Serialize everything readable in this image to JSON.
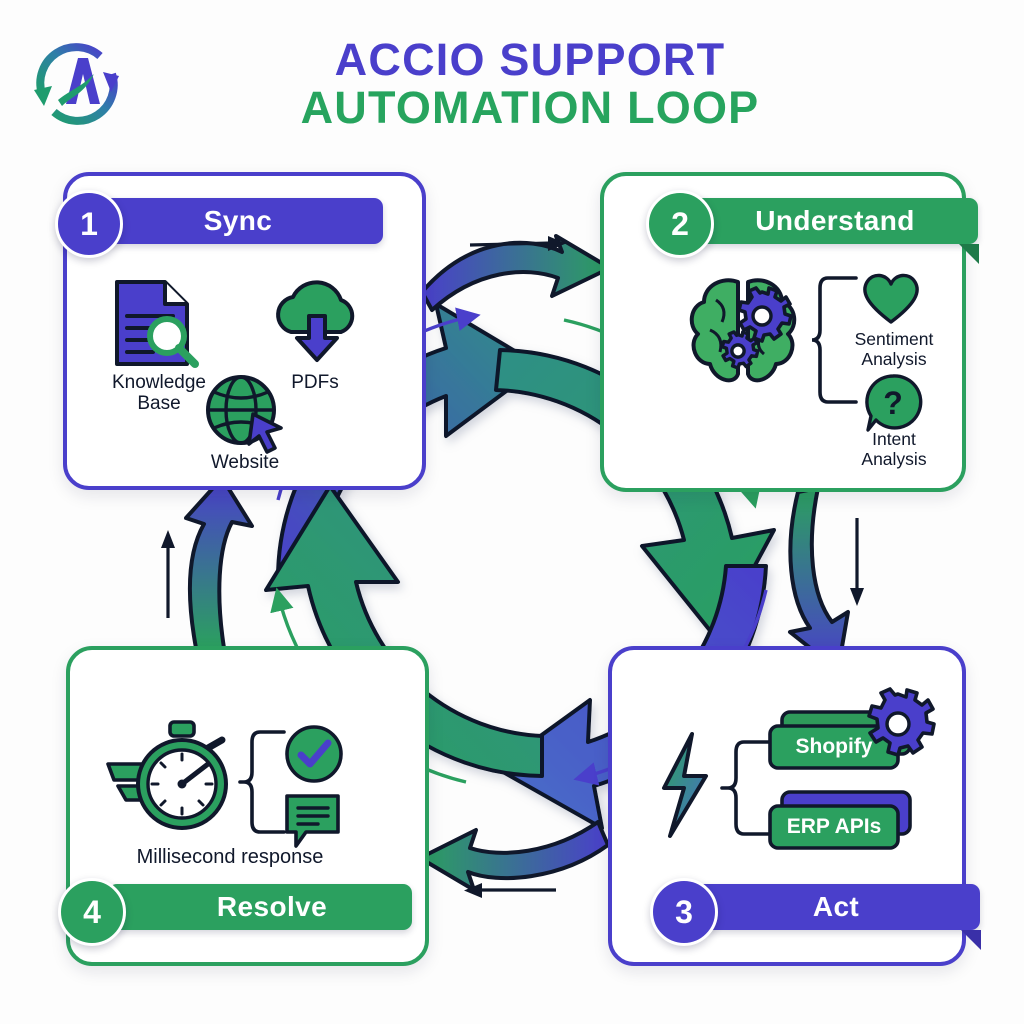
{
  "meta": {
    "background": "#fdfdfd",
    "purple": "#4a3fcb",
    "green": "#2ba05f",
    "teal": "#2f8f86",
    "ink": "#10182b"
  },
  "header": {
    "logo_name": "accio-loop-logo",
    "title_line1": "ACCIO SUPPORT",
    "title_line2": "AUTOMATION LOOP",
    "title_line1_color": "#4a3fcb",
    "title_line2_color": "#27a45e"
  },
  "steps": [
    {
      "number": "1",
      "label": "Sync",
      "accent": "#4a3fcb",
      "accent_name": "purple",
      "banner_position": "top",
      "icons": [
        {
          "name": "document-search-icon",
          "caption": "Knowledge\nBase",
          "caption_line1": "Knowledge",
          "caption_line2": "Base"
        },
        {
          "name": "cloud-download-icon",
          "caption": "PDFs"
        },
        {
          "name": "globe-cursor-icon",
          "caption": "Website"
        }
      ]
    },
    {
      "number": "2",
      "label": "Understand",
      "accent": "#2ba05f",
      "accent_name": "green",
      "banner_position": "top",
      "icons": [
        {
          "name": "brain-gears-icon",
          "caption": ""
        },
        {
          "name": "heart-icon",
          "caption_line1": "Sentiment",
          "caption_line2": "Analysis"
        },
        {
          "name": "question-bubble-icon",
          "caption_line1": "Intent",
          "caption_line2": "Analysis"
        }
      ]
    },
    {
      "number": "3",
      "label": "Act",
      "accent": "#4a3fcb",
      "accent_name": "purple",
      "banner_position": "bottom",
      "icons": [
        {
          "name": "lightning-bolt-icon",
          "caption": ""
        },
        {
          "name": "gear-icon",
          "caption": ""
        }
      ],
      "chips": [
        {
          "name": "shopify-chip",
          "label": "Shopify"
        },
        {
          "name": "erp-apis-chip",
          "label": "ERP APIs"
        }
      ]
    },
    {
      "number": "4",
      "label": "Resolve",
      "accent": "#2ba05f",
      "accent_name": "green",
      "banner_position": "bottom",
      "icons": [
        {
          "name": "winged-stopwatch-icon",
          "caption": "Millisecond response"
        },
        {
          "name": "check-circle-icon",
          "caption": ""
        },
        {
          "name": "chat-bubble-icon",
          "caption": ""
        }
      ],
      "caption": "Millisecond response"
    }
  ],
  "center_loop": {
    "name": "circular-automation-loop",
    "arc_count": 4,
    "arcs": [
      {
        "name": "loop-arc-sync-to-understand",
        "from": "#4a3fcb",
        "to": "#2f8f86",
        "direction": "clockwise"
      },
      {
        "name": "loop-arc-understand-to-act",
        "from": "#2f8f86",
        "to": "#2ba05f",
        "direction": "clockwise"
      },
      {
        "name": "loop-arc-act-to-resolve",
        "from": "#4a3fcb",
        "to": "#4a6fc7",
        "direction": "clockwise"
      },
      {
        "name": "loop-arc-resolve-to-sync",
        "from": "#2ba05f",
        "to": "#2f8f86",
        "direction": "clockwise"
      }
    ]
  },
  "connectors": [
    {
      "name": "connector-sync-to-understand",
      "from": "Sync",
      "to": "Understand",
      "from_color": "#4a3fcb",
      "to_color": "#2ba05f"
    },
    {
      "name": "connector-understand-to-act",
      "from": "Understand",
      "to": "Act",
      "from_color": "#2ba05f",
      "to_color": "#4a3fcb"
    },
    {
      "name": "connector-act-to-resolve",
      "from": "Act",
      "to": "Resolve",
      "from_color": "#4a3fcb",
      "to_color": "#2ba05f"
    },
    {
      "name": "connector-resolve-to-sync",
      "from": "Resolve",
      "to": "Sync",
      "from_color": "#2ba05f",
      "to_color": "#4a3fcb"
    }
  ]
}
